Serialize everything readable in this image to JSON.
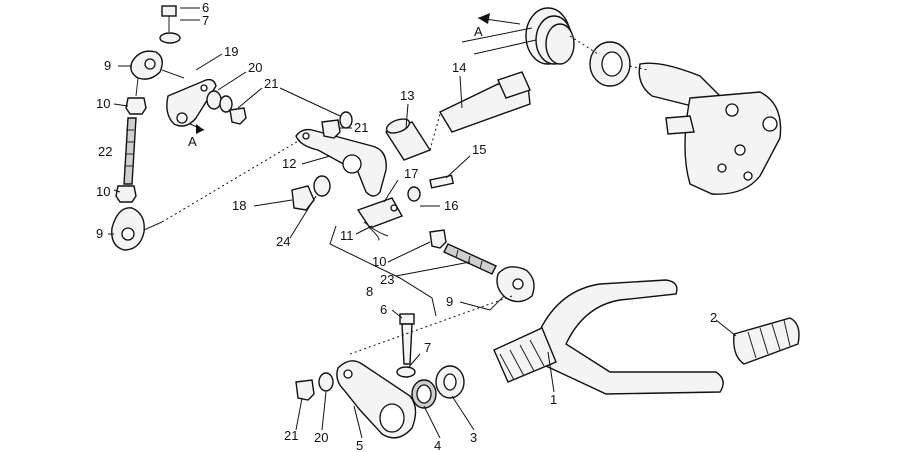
{
  "callouts": [
    "6",
    "7",
    "19",
    "20",
    "21",
    "9",
    "10",
    "22",
    "10",
    "9",
    "21",
    "13",
    "14",
    "12",
    "17",
    "15",
    "18",
    "24",
    "16",
    "11",
    "10",
    "23",
    "8",
    "9",
    "6",
    "7",
    "2",
    "1",
    "21",
    "20",
    "5",
    "4",
    "3"
  ],
  "arrow_labels": [
    "A",
    "A"
  ],
  "colors": {
    "line": "#111111",
    "fill": "#f4f4f4",
    "shade": "#cfcfcf"
  }
}
